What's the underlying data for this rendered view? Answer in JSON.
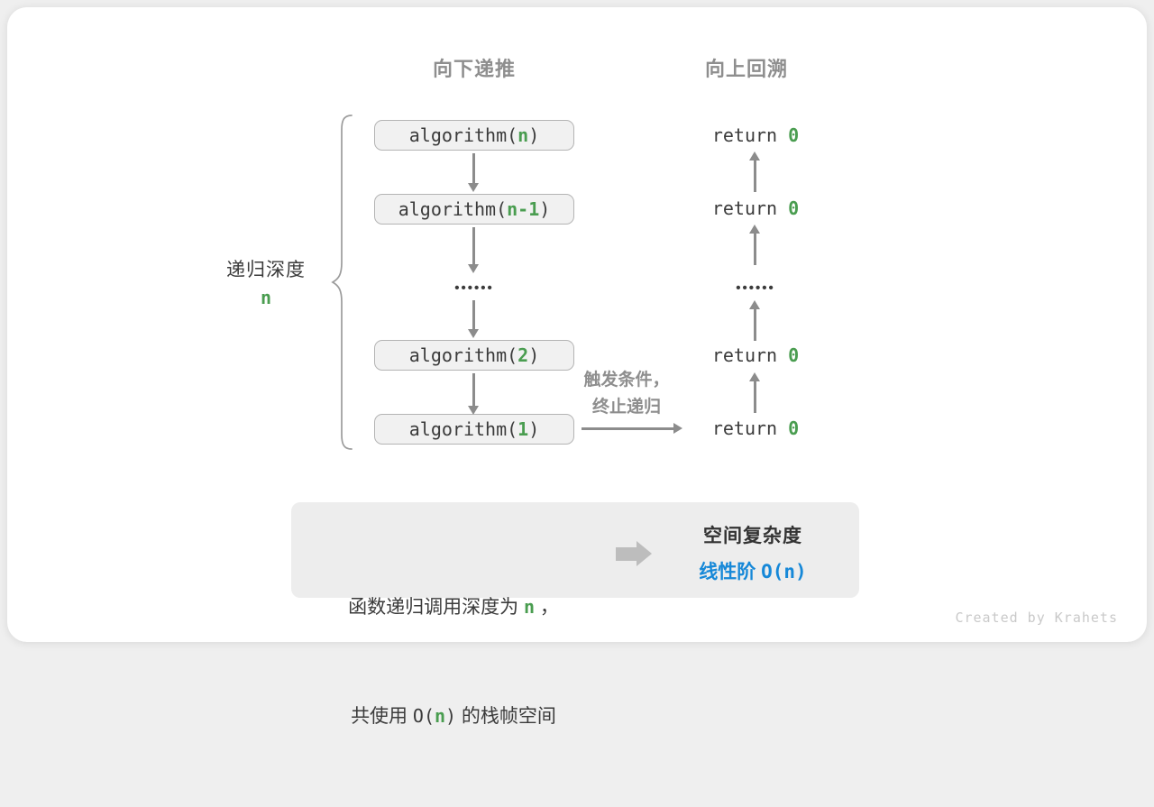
{
  "headers": {
    "downward": "向下递推",
    "upward": "向上回溯"
  },
  "depth": {
    "label": "递归深度",
    "value": "n"
  },
  "stack": {
    "boxes": [
      {
        "pre": "algorithm(",
        "param": "n",
        "post": ")"
      },
      {
        "pre": "algorithm(",
        "param": "n-1",
        "post": ")"
      },
      {
        "pre": "algorithm(",
        "param": "2",
        "post": ")"
      },
      {
        "pre": "algorithm(",
        "param": "1",
        "post": ")"
      }
    ],
    "ellipsis": "••••••"
  },
  "returns": {
    "rows": [
      {
        "pre": "return ",
        "val": "0"
      },
      {
        "pre": "return ",
        "val": "0"
      },
      {
        "pre": "return ",
        "val": "0"
      },
      {
        "pre": "return ",
        "val": "0"
      }
    ],
    "ellipsis": "••••••"
  },
  "trigger": {
    "line1": "触发条件，",
    "line2": "终止递归"
  },
  "summary": {
    "line1": {
      "a": "函数递归调用深度为 ",
      "n": "n",
      "b": " ，"
    },
    "line2": {
      "a": "共使用 ",
      "o": "O(",
      "n": "n",
      "c": ")",
      "b": " 的栈帧空间"
    },
    "result": {
      "title": "空间复杂度",
      "text": "线性阶 ",
      "formula": "O(n)"
    }
  },
  "watermark": {
    "text": "Created by Krahets"
  },
  "colors": {
    "accent_green": "#4a9d50",
    "accent_blue": "#1688d8",
    "arrow_gray": "#8c8c8c",
    "box_fill": "#f1f1f1",
    "box_border": "#b4b4b4",
    "panel_fill": "#ededed"
  }
}
